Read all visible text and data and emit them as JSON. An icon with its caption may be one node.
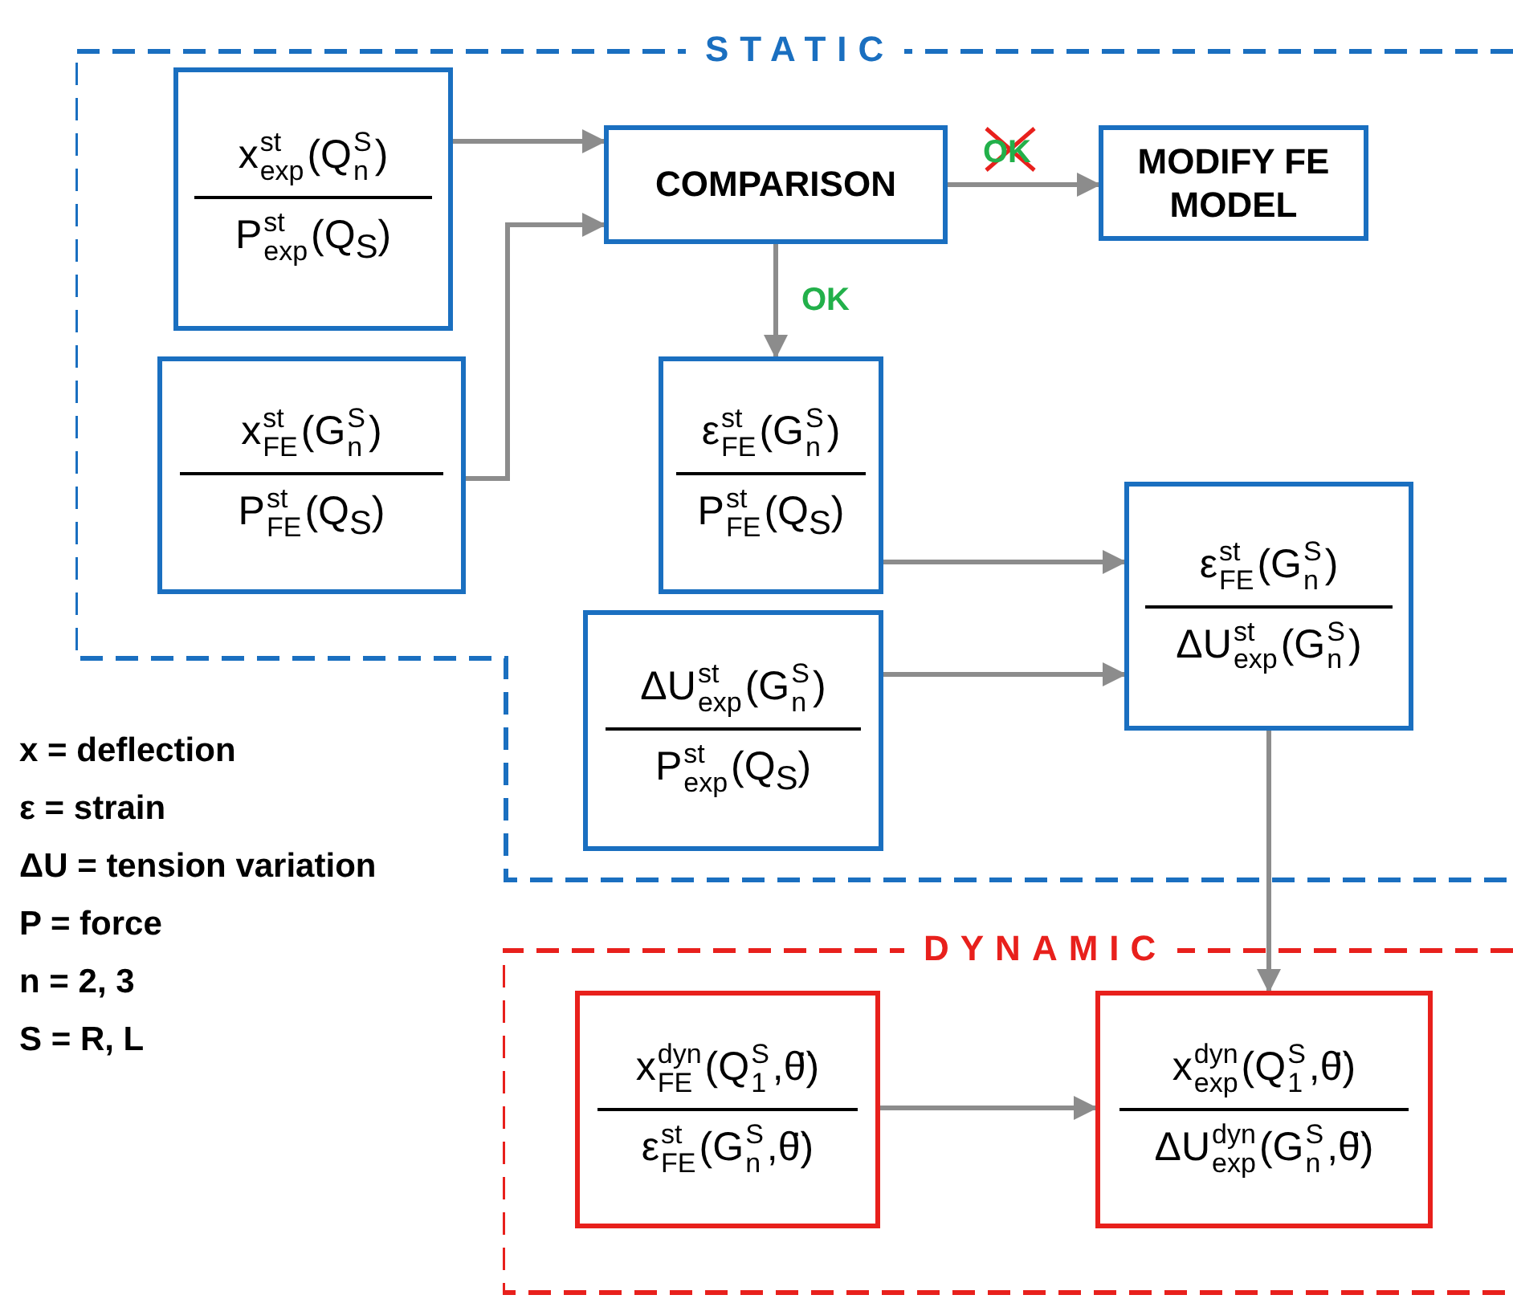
{
  "diagram": {
    "nodes": [
      {
        "text": [
          "STATIC"
        ]
      },
      {
        "text": [
          "x$^{st}$$_{exp}$(Q$^{S}$$_{n}$)",
          "P$^{st}$$_{exp}$(Q$_{S}$)"
        ],
        "in": 0
      },
      {
        "text": [
          "x$^{st}$$_{FE}$(G$^{S}$$_{n}$)",
          "P$^{st}$$_{FE}$(Q$_{S}$)"
        ],
        "in": 0
      },
      {
        "text": [
          "COMPARISON"
        ],
        "in": 0
      },
      {
        "text": [
          "MODIFY FE MODEL"
        ],
        "in": 0
      },
      {
        "text": [
          "ε$^{st}$$_{FE}$(G$^{S}$$_{n}$)",
          "P$^{st}$$_{FE}$(Q$_{S}$)"
        ],
        "in": 0
      },
      {
        "text": [
          "ΔU$^{st}$$_{exp}$(G$^{S}$$_{n}$)",
          "P$^{st}$$_{exp}$(Q$_{S}$)"
        ],
        "in": 0
      },
      {
        "text": [
          "ε$^{st}$$_{FE}$(G$^{S}$$_{n}$)",
          "ΔU$^{st}$$_{exp}$(G$^{S}$$_{n}$)"
        ],
        "in": 0
      },
      {
        "text": [
          "DYNAMIC"
        ]
      },
      {
        "text": [
          "x$^{dyn}$$_{FE}$(Q$^{S}$$_{1}$,θ̈)",
          "ε$^{st}$$_{FE}$(G$^{S}$$_{n}$,θ̈)"
        ],
        "in": 8
      },
      {
        "text": [
          "x$^{dyn}$$_{exp}$(Q$^{S}$$_{1}$,θ̈)",
          "ΔU$^{dyn}$$_{exp}$(G$^{S}$$_{n}$,θ̈)"
        ],
        "in": 8
      }
    ],
    "edges": [
      {
        "from": 1,
        "to": 3,
        "arrow": "to"
      },
      {
        "from": 2,
        "to": 3,
        "arrow": "to"
      },
      {
        "from": 3,
        "to": 4,
        "arrow": "to",
        "label": "OK"
      },
      {
        "from": 3,
        "to": 5,
        "arrow": "to",
        "label": "OK"
      },
      {
        "from": 5,
        "to": 7,
        "arrow": "to"
      },
      {
        "from": 6,
        "to": 7,
        "arrow": "to"
      },
      {
        "from": 7,
        "to": 10,
        "arrow": "to"
      },
      {
        "from": 9,
        "to": 10,
        "arrow": "to"
      }
    ],
    "labels": [
      "x = deflection",
      "ε = strain",
      "ΔU = tension variation",
      "P = force",
      "n = 2, 3",
      "S = R, L"
    ]
  }
}
